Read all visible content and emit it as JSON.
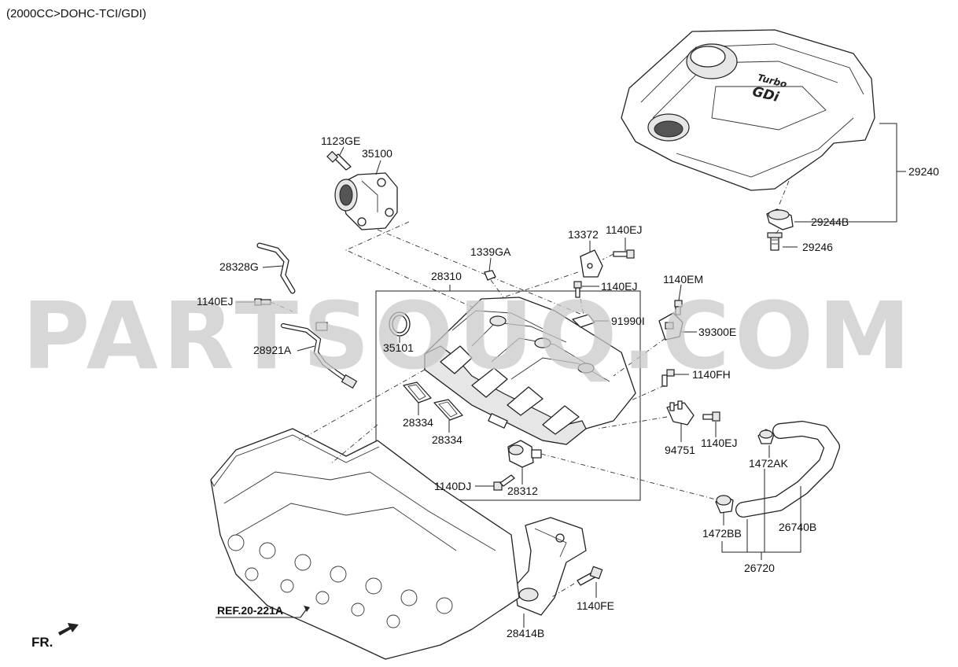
{
  "header": {
    "title": "(2000CC>DOHC-TCI/GDI)"
  },
  "watermark": "PARTSOUQ.COM",
  "engine_cover": {
    "badge_line1": "Turbo",
    "badge_line2": "GDi"
  },
  "labels": {
    "p1123GE": "1123GE",
    "p35100": "35100",
    "p28328G": "28328G",
    "p1140EJ_a": "1140EJ",
    "p28921A": "28921A",
    "p1339GA": "1339GA",
    "p28310": "28310",
    "p35101": "35101",
    "p28334_a": "28334",
    "p28334_b": "28334",
    "p13372": "13372",
    "p1140EJ_b": "1140EJ",
    "p1140EJ_c": "1140EJ",
    "p91990I": "91990I",
    "p1140EM": "1140EM",
    "p39300E": "39300E",
    "p1140FH": "1140FH",
    "p94751": "94751",
    "p1140EJ_d": "1140EJ",
    "p1140DJ": "1140DJ",
    "p28312": "28312",
    "p29240": "29240",
    "p29244B": "29244B",
    "p29246": "29246",
    "p1472AK": "1472AK",
    "p1472BB": "1472BB",
    "p26740B": "26740B",
    "p26720": "26720",
    "p28414B": "28414B",
    "p1140FE": "1140FE",
    "ref": "REF.20-221A",
    "front": "FR."
  }
}
